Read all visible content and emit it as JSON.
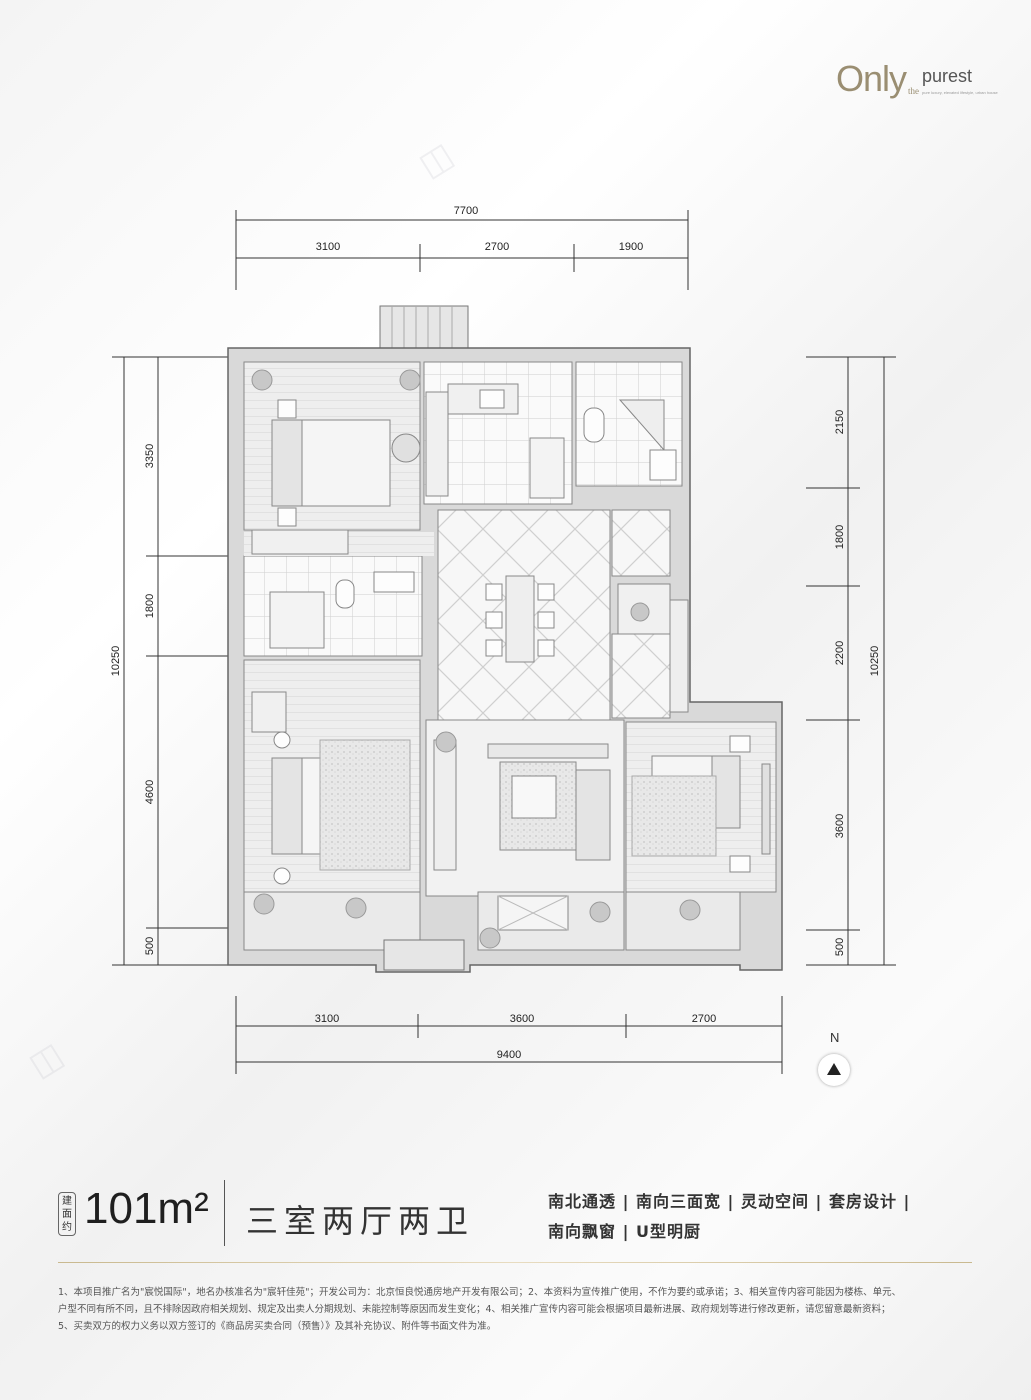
{
  "logo": {
    "only": "Only",
    "the": "the",
    "purest": "purest",
    "tagline": "pure luxury, elevated lifestyle, urban house"
  },
  "plan": {
    "dims_top_total": "7700",
    "dims_top": [
      "3100",
      "2700",
      "1900"
    ],
    "dims_bottom": [
      "3100",
      "3600",
      "2700"
    ],
    "dims_bottom_total": "9400",
    "dims_left": [
      "3350",
      "1800",
      "4600",
      "500"
    ],
    "dims_left_total": "10250",
    "dims_right": [
      "2150",
      "1800",
      "2200",
      "3600",
      "500"
    ],
    "dims_right_total": "10250"
  },
  "compass": {
    "label": "N"
  },
  "area": {
    "badge": "建面约",
    "value": "101m²"
  },
  "layout_name": "三室两厅两卫",
  "features": {
    "line1": "南北通透 | 南向三面宽 | 灵动空间 | 套房设计 |",
    "line2": "南向飘窗 | U型明厨"
  },
  "footnote": [
    "1、本项目推广名为\"宸悦国际\"，地名办核准名为\"宸轩佳苑\"；开发公司为：北京恒良悦通房地产开发有限公司；2、本资料为宣传推广使用，不作为要约或承诺；3、相关宣传内容可能因为楼栋、单元、",
    "户型不同有所不同，且不排除因政府相关规划、规定及出卖人分期规划、未能控制等原因而发生变化；4、相关推广宣传内容可能会根据项目最新进展、政府规划等进行修改更新，请您留意最新资料；",
    "5、买卖双方的权力义务以双方签订的《商品房买卖合同（预售）》及其补充协议、附件等书面文件为准。"
  ]
}
